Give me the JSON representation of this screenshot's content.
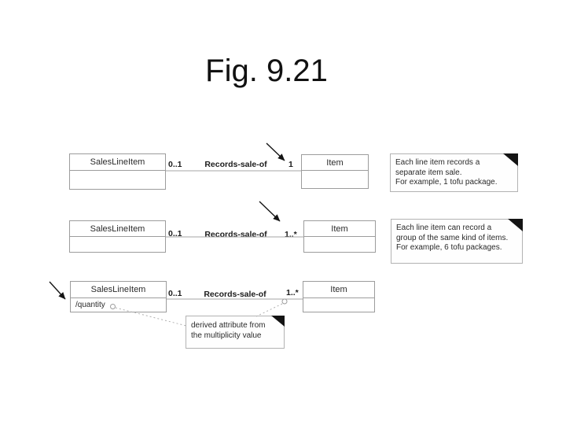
{
  "title": "Fig. 9.21",
  "rows": [
    {
      "left_class": {
        "name": "SalesLineItem",
        "attribute": ""
      },
      "association": {
        "name": "Records-sale-of",
        "left_mult": "0..1",
        "right_mult": "1"
      },
      "right_class": {
        "name": "Item"
      },
      "note": {
        "lines": [
          "Each line item records a",
          "separate item sale.",
          "For example, 1 tofu package."
        ]
      }
    },
    {
      "left_class": {
        "name": "SalesLineItem",
        "attribute": ""
      },
      "association": {
        "name": "Records-sale-of",
        "left_mult": "0..1",
        "right_mult": "1..*"
      },
      "right_class": {
        "name": "Item"
      },
      "note": {
        "lines": [
          "Each line item can record a",
          "group of the same kind of items.",
          "For example, 6 tofu packages."
        ]
      }
    },
    {
      "left_class": {
        "name": "SalesLineItem",
        "attribute": "/quantity"
      },
      "association": {
        "name": "Records-sale-of",
        "left_mult": "0..1",
        "right_mult": "1..*"
      },
      "right_class": {
        "name": "Item"
      },
      "note": {
        "lines": [
          "derived attribute from",
          "the multiplicity value"
        ]
      }
    }
  ],
  "colors": {
    "background": "#ffffff",
    "box_border": "#9c9c9c",
    "line": "#a6a6a6",
    "text": "#2a2a2a",
    "arrow": "#141414",
    "note_fold": "#141414"
  }
}
